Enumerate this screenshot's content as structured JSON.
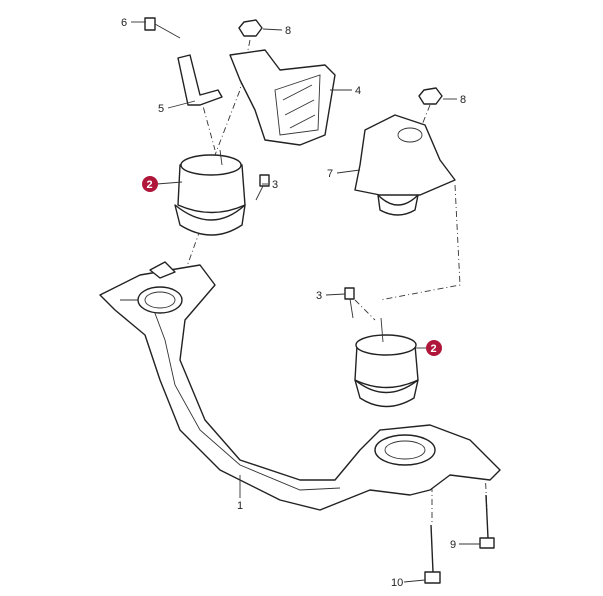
{
  "diagram": {
    "callouts": [
      {
        "id": "bolt-upper-left",
        "label": "6"
      },
      {
        "id": "nut-upper",
        "label": "8"
      },
      {
        "id": "bracket-left",
        "label": "5"
      },
      {
        "id": "bracket-upper",
        "label": "4"
      },
      {
        "id": "mount-left",
        "label": "2",
        "highlight": true
      },
      {
        "id": "bolt-left",
        "label": "3"
      },
      {
        "id": "nut-right",
        "label": "8"
      },
      {
        "id": "bracket-right",
        "label": "7"
      },
      {
        "id": "bolt-right",
        "label": "3"
      },
      {
        "id": "mount-right",
        "label": "2",
        "highlight": true
      },
      {
        "id": "subframe",
        "label": "1"
      },
      {
        "id": "bolt-lower",
        "label": "9"
      },
      {
        "id": "bolt-lowest",
        "label": "10"
      }
    ],
    "highlight_color": "#b0153a"
  }
}
